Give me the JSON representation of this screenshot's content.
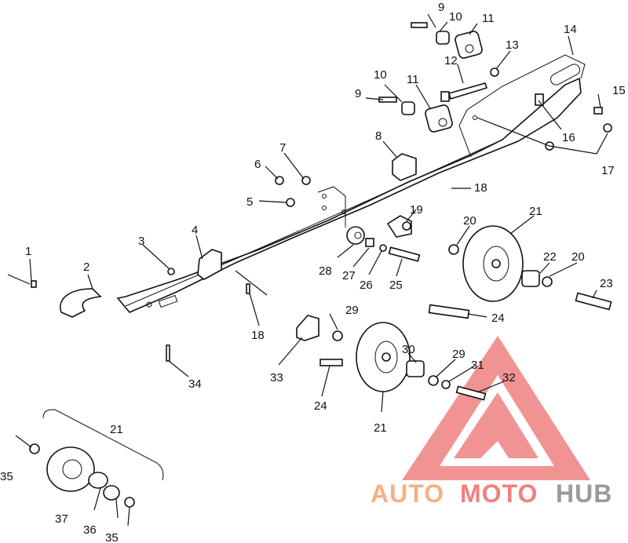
{
  "watermark": {
    "part1": "AUTO",
    "part2": "MOTO",
    "part3": "HUB",
    "color_orange": "#f4b183",
    "color_red": "#f08080",
    "color_gray": "#9a9a9a"
  },
  "callouts": [
    {
      "id": "c1",
      "text": "1"
    },
    {
      "id": "c2",
      "text": "2"
    },
    {
      "id": "c3",
      "text": "3"
    },
    {
      "id": "c4",
      "text": "4"
    },
    {
      "id": "c5",
      "text": "5"
    },
    {
      "id": "c6",
      "text": "6"
    },
    {
      "id": "c7",
      "text": "7"
    },
    {
      "id": "c8",
      "text": "8"
    },
    {
      "id": "c9a",
      "text": "9"
    },
    {
      "id": "c10a",
      "text": "10"
    },
    {
      "id": "c11a",
      "text": "11"
    },
    {
      "id": "c9b",
      "text": "9"
    },
    {
      "id": "c10b",
      "text": "10"
    },
    {
      "id": "c11b",
      "text": "11"
    },
    {
      "id": "c12",
      "text": "12"
    },
    {
      "id": "c13",
      "text": "13"
    },
    {
      "id": "c14",
      "text": "14"
    },
    {
      "id": "c15",
      "text": "15"
    },
    {
      "id": "c16",
      "text": "16"
    },
    {
      "id": "c17",
      "text": "17"
    },
    {
      "id": "c18a",
      "text": "18"
    },
    {
      "id": "c18b",
      "text": "18"
    },
    {
      "id": "c19",
      "text": "19"
    },
    {
      "id": "c20a",
      "text": "20"
    },
    {
      "id": "c21a",
      "text": "21"
    },
    {
      "id": "c22",
      "text": "22"
    },
    {
      "id": "c20b",
      "text": "20"
    },
    {
      "id": "c23",
      "text": "23"
    },
    {
      "id": "c24a",
      "text": "24"
    },
    {
      "id": "c25",
      "text": "25"
    },
    {
      "id": "c26",
      "text": "26"
    },
    {
      "id": "c27",
      "text": "27"
    },
    {
      "id": "c28",
      "text": "28"
    },
    {
      "id": "c29a",
      "text": "29"
    },
    {
      "id": "c24b",
      "text": "24"
    },
    {
      "id": "c33",
      "text": "33"
    },
    {
      "id": "c34",
      "text": "34"
    },
    {
      "id": "c21b",
      "text": "21"
    },
    {
      "id": "c30",
      "text": "30"
    },
    {
      "id": "c29b",
      "text": "29"
    },
    {
      "id": "c31",
      "text": "31"
    },
    {
      "id": "c32",
      "text": "32"
    },
    {
      "id": "c21c",
      "text": "21"
    },
    {
      "id": "c35a",
      "text": "35"
    },
    {
      "id": "c37",
      "text": "37"
    },
    {
      "id": "c36",
      "text": "36"
    },
    {
      "id": "c35b",
      "text": "35"
    }
  ]
}
